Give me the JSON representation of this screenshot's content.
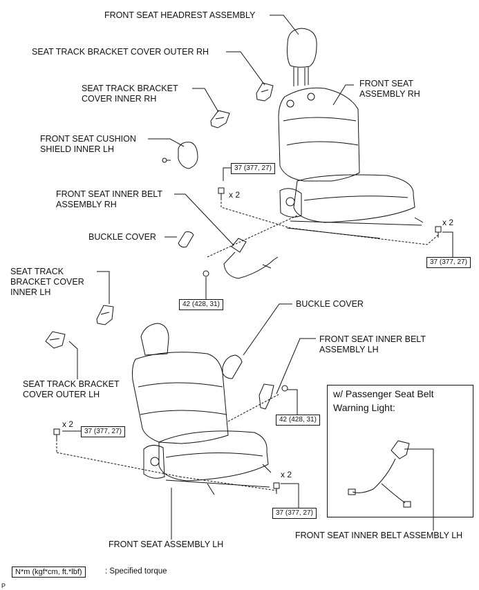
{
  "labels": {
    "headrest": "FRONT SEAT HEADREST ASSEMBLY",
    "track_cover_outer_rh": "SEAT TRACK BRACKET COVER OUTER RH",
    "track_cover_inner_rh": "SEAT TRACK BRACKET\nCOVER INNER RH",
    "seat_rh": "FRONT SEAT\nASSEMBLY RH",
    "cushion_shield": "FRONT SEAT CUSHION\nSHIELD INNER LH",
    "inner_belt_rh": "FRONT SEAT INNER BELT\nASSEMBLY RH",
    "buckle_cover_top": "BUCKLE COVER",
    "track_cover_inner_lh": "SEAT TRACK\nBRACKET COVER\nINNER LH",
    "buckle_cover_mid": "BUCKLE COVER",
    "inner_belt_lh": "FRONT SEAT INNER BELT\nASSEMBLY LH",
    "track_cover_outer_lh": "SEAT TRACK BRACKET\nCOVER OUTER LH",
    "seat_lh": "FRONT SEAT ASSEMBLY LH",
    "inner_belt_inset": "FRONT SEAT INNER BELT ASSEMBLY LH"
  },
  "torques": {
    "t_rh_left": "37 (377, 27)",
    "t_rh_right": "37 (377, 27)",
    "t_nut_rh": "42 (428, 31)",
    "t_nut_lh": "42 (428, 31)",
    "t_lh_left": "37 (377, 27)",
    "t_lh_right": "37 (377, 27)"
  },
  "quantities": {
    "q1": "x 2",
    "q2": "x 2",
    "q3": "x 2",
    "q4": "x 2"
  },
  "inset": {
    "title": "w/ Passenger Seat Belt\nWarning Light:"
  },
  "legend": {
    "unit": "N*m (kgf*cm, ft.*lbf)",
    "description": ": Specified torque"
  },
  "corner_mark": "P"
}
